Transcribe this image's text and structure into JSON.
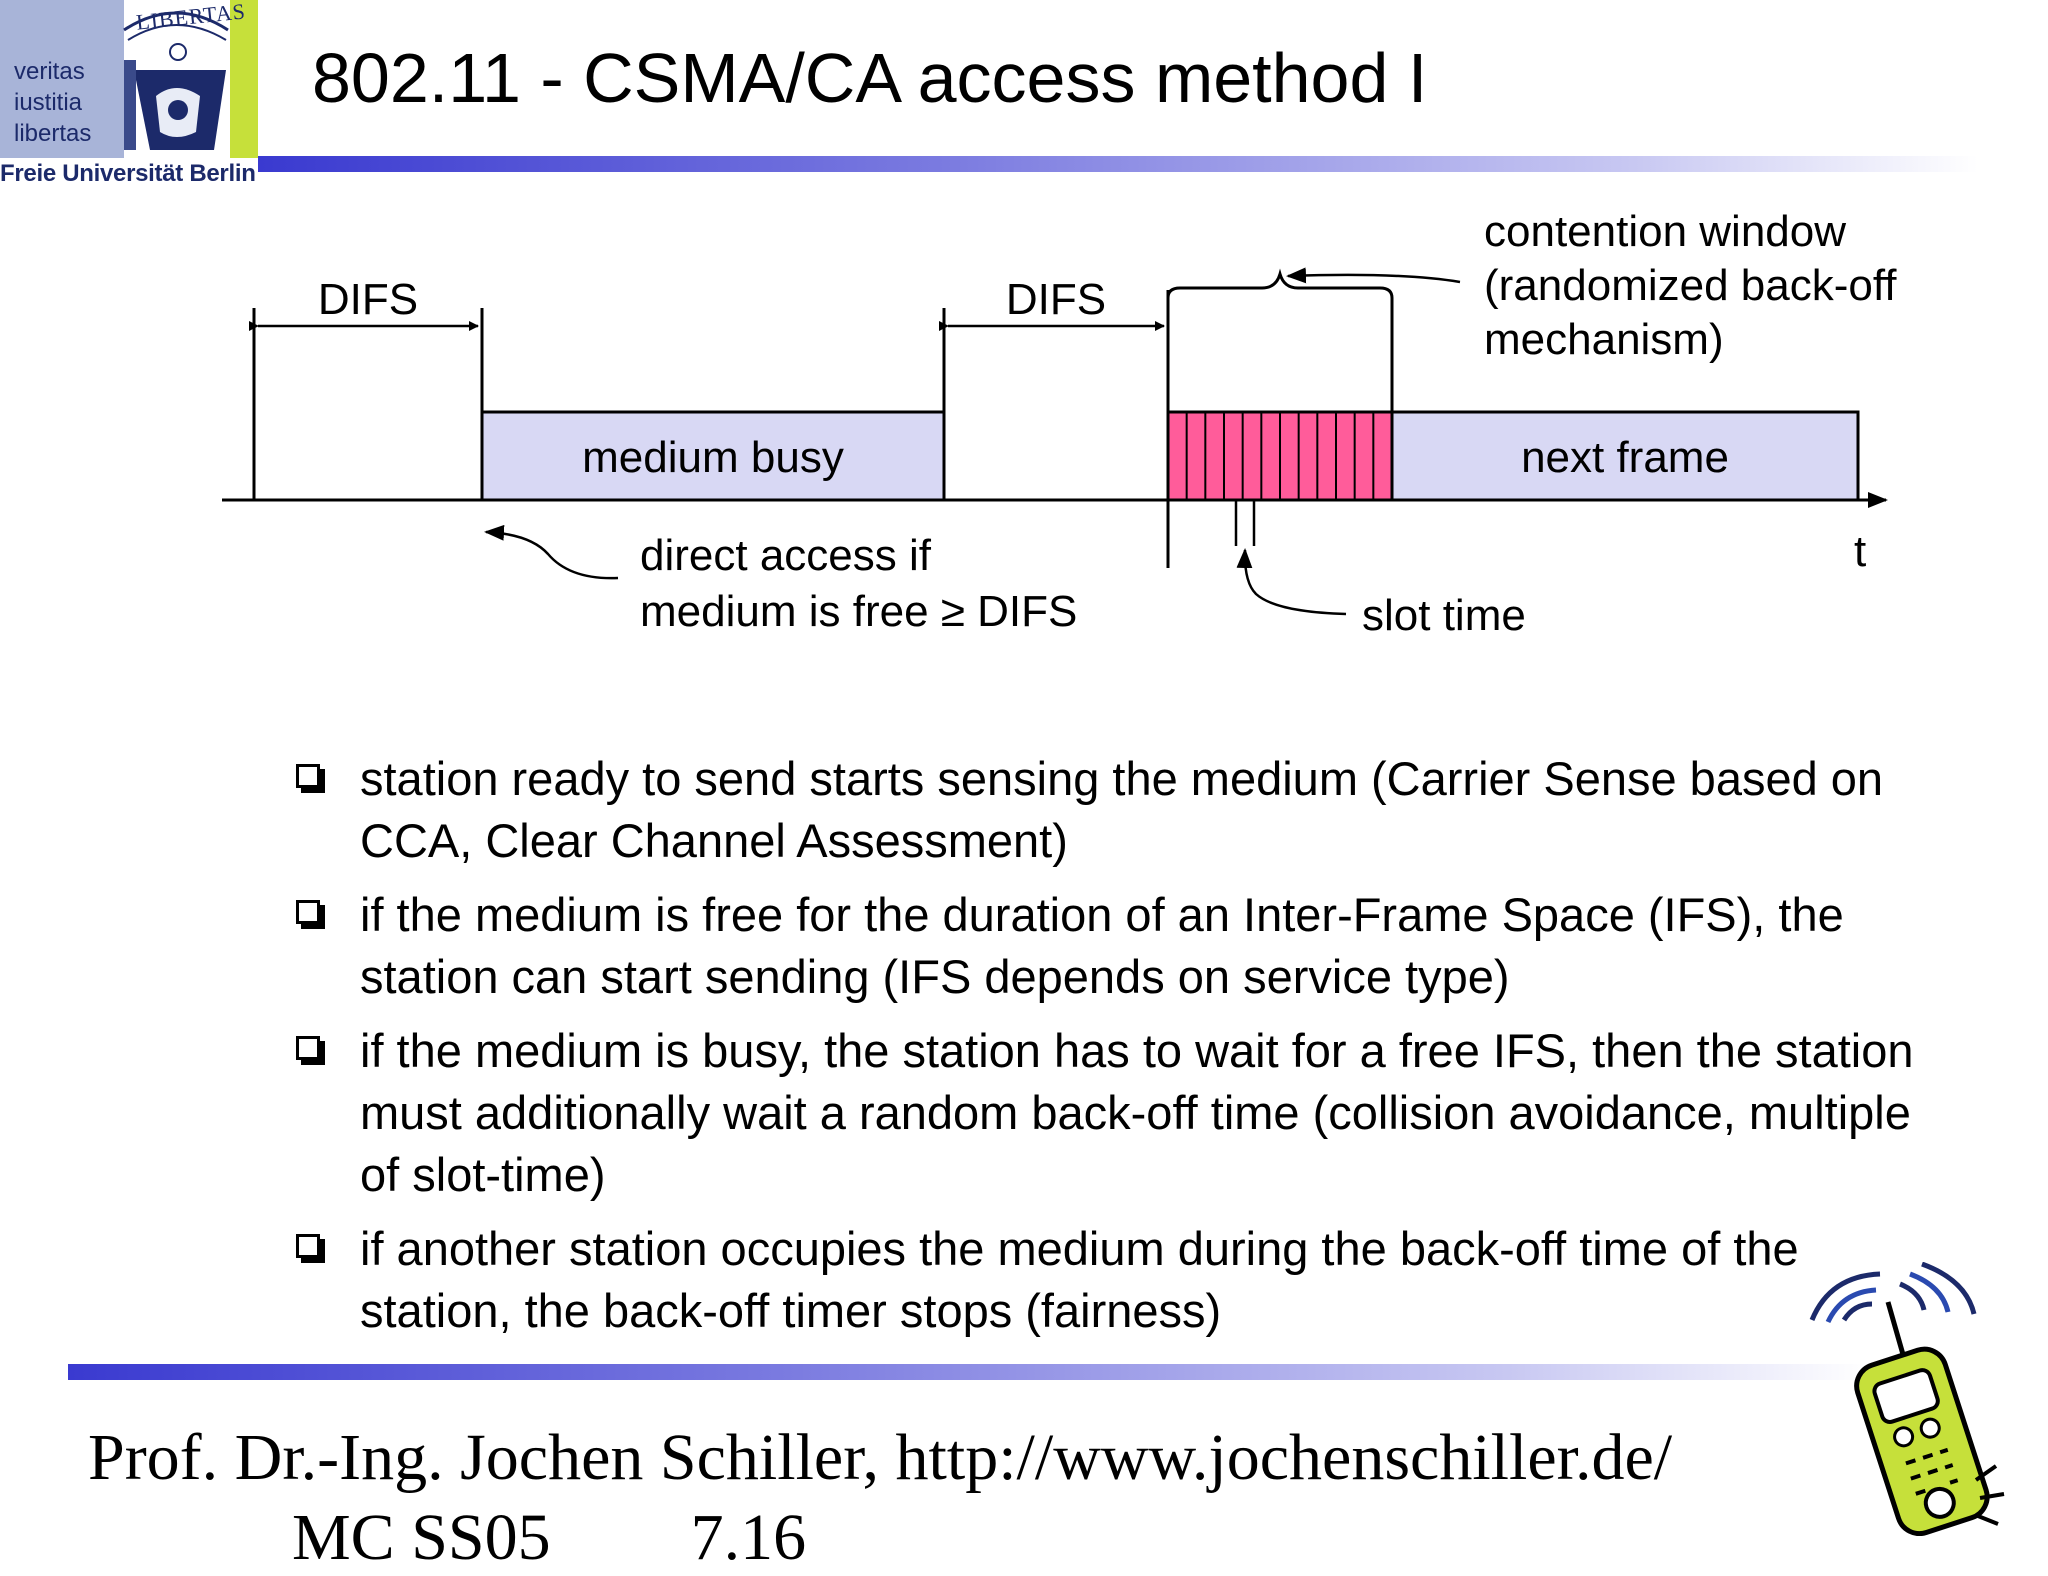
{
  "logo": {
    "seal_text": "LIBERTAS",
    "mottos": [
      "veritas",
      "iustitia",
      "libertas"
    ],
    "university": "Freie Universität Berlin",
    "colors": {
      "blue": "#1c2a6a",
      "panel": "#a8b4d8",
      "lime": "#c6e03a"
    }
  },
  "title": "802.11 - CSMA/CA access method I",
  "diagram": {
    "difs_label": "DIFS",
    "difs_label_2": "DIFS",
    "medium_busy_label": "medium busy",
    "next_frame_label": "next frame",
    "contention_window_lines": [
      "contention window",
      "(randomized back-off",
      "mechanism)"
    ],
    "direct_access_lines": [
      "direct access if",
      "medium is free ≥ DIFS"
    ],
    "slot_time_label": "slot time",
    "time_axis_label": "t",
    "slot_count": 12,
    "colors": {
      "frame_fill": "#d8d8f4",
      "slot_fill": "#ff5c9a"
    }
  },
  "bullets": [
    "station ready to send starts sensing the medium (Carrier Sense based on CCA, Clear Channel Assessment)",
    "if the medium is free for the duration of an Inter-Frame Space (IFS), the station can start sending (IFS depends on service type)",
    "if the medium is busy, the station has to wait for a free IFS, then the station must additionally wait a random back-off time (collision avoidance, multiple of slot-time)",
    "if another station occupies the medium during the back-off time of the station, the back-off timer stops (fairness)"
  ],
  "footer": {
    "author": "Prof. Dr.-Ing. Jochen Schiller, http://www.jochenschiller.de/",
    "course": "MC SS05",
    "page": "7.16"
  },
  "icons": {
    "logo": "university-seal-icon",
    "phone": "mobile-phone-icon",
    "bullet": "checkbox-bullet-icon"
  }
}
